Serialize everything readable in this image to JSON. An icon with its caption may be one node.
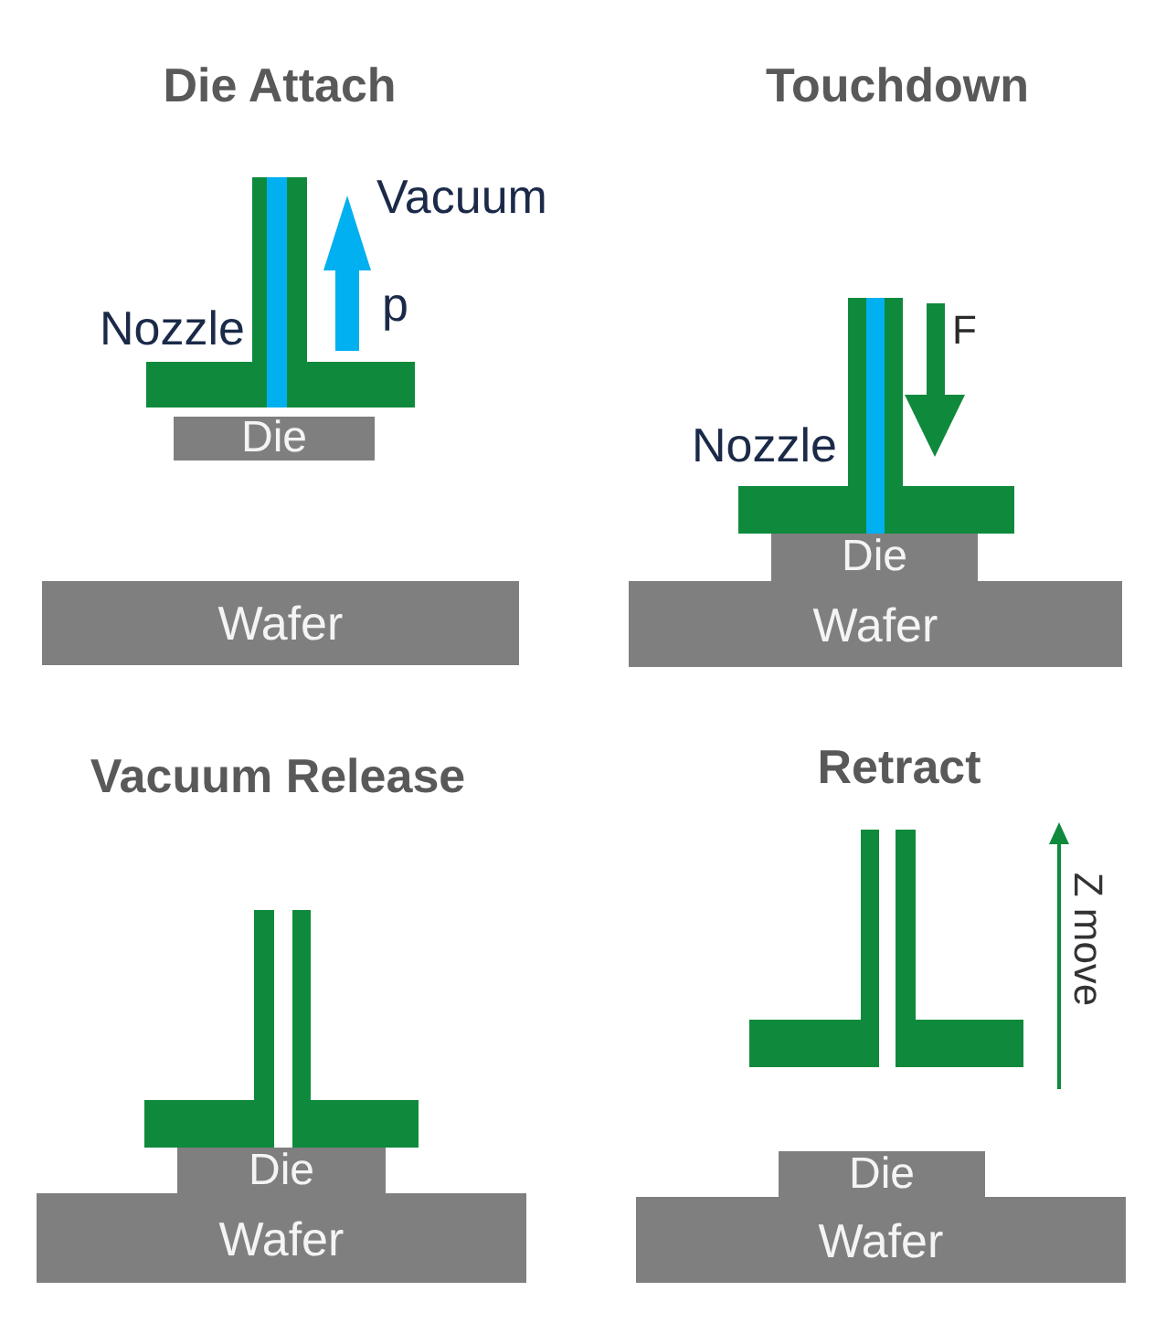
{
  "diagram": {
    "nodes": [
      {
        "text": [
          "Die"
        ]
      },
      {
        "text": [
          "Wafer"
        ]
      },
      {
        "text": [
          "Die"
        ]
      },
      {
        "text": [
          "Wafer"
        ]
      },
      {
        "text": [
          "Die"
        ]
      },
      {
        "text": [
          "Wafer"
        ]
      },
      {
        "text": [
          "Die"
        ]
      },
      {
        "text": [
          "Wafer"
        ]
      }
    ],
    "labels": [
      "Die Attach",
      "Vacuum",
      "Nozzle",
      "p",
      "Touchdown",
      "F",
      "Nozzle",
      "Vacuum Release",
      "Retract",
      "Z move"
    ]
  }
}
